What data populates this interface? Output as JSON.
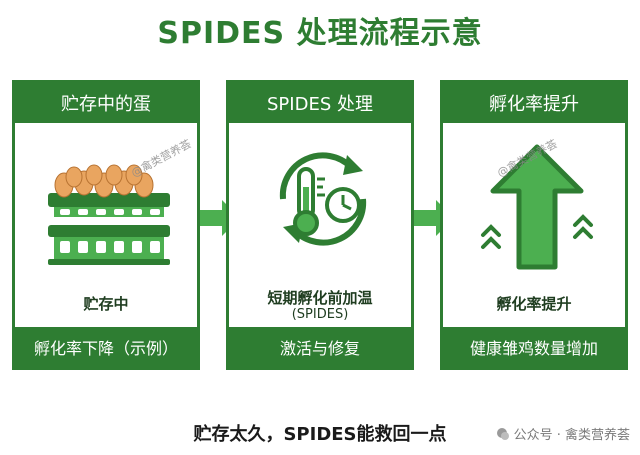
{
  "title": "SPIDES 处理流程示意",
  "steps": [
    {
      "header": "贮存中的蛋",
      "body_label": "贮存中",
      "body_sub": "",
      "footer": "孵化率下降（示例）",
      "icon": "egg-tray-icon"
    },
    {
      "header": "SPIDES 处理",
      "body_label": "短期孵化前加温",
      "body_sub": "(SPIDES)",
      "footer": "激活与修复",
      "icon": "thermometer-clock-icon"
    },
    {
      "header": "孵化率提升",
      "body_label": "孵化率提升",
      "body_sub": "",
      "footer": "健康雏鸡数量增加",
      "icon": "up-arrow-icon"
    }
  ],
  "bottom_note": "贮存太久，SPIDES能救回一点",
  "watermark": "@禽类营养荟",
  "footer_mark": "公众号 · 禽类营养荟",
  "colors": {
    "primary": "#2e7d32",
    "egg": "#e9a560"
  }
}
